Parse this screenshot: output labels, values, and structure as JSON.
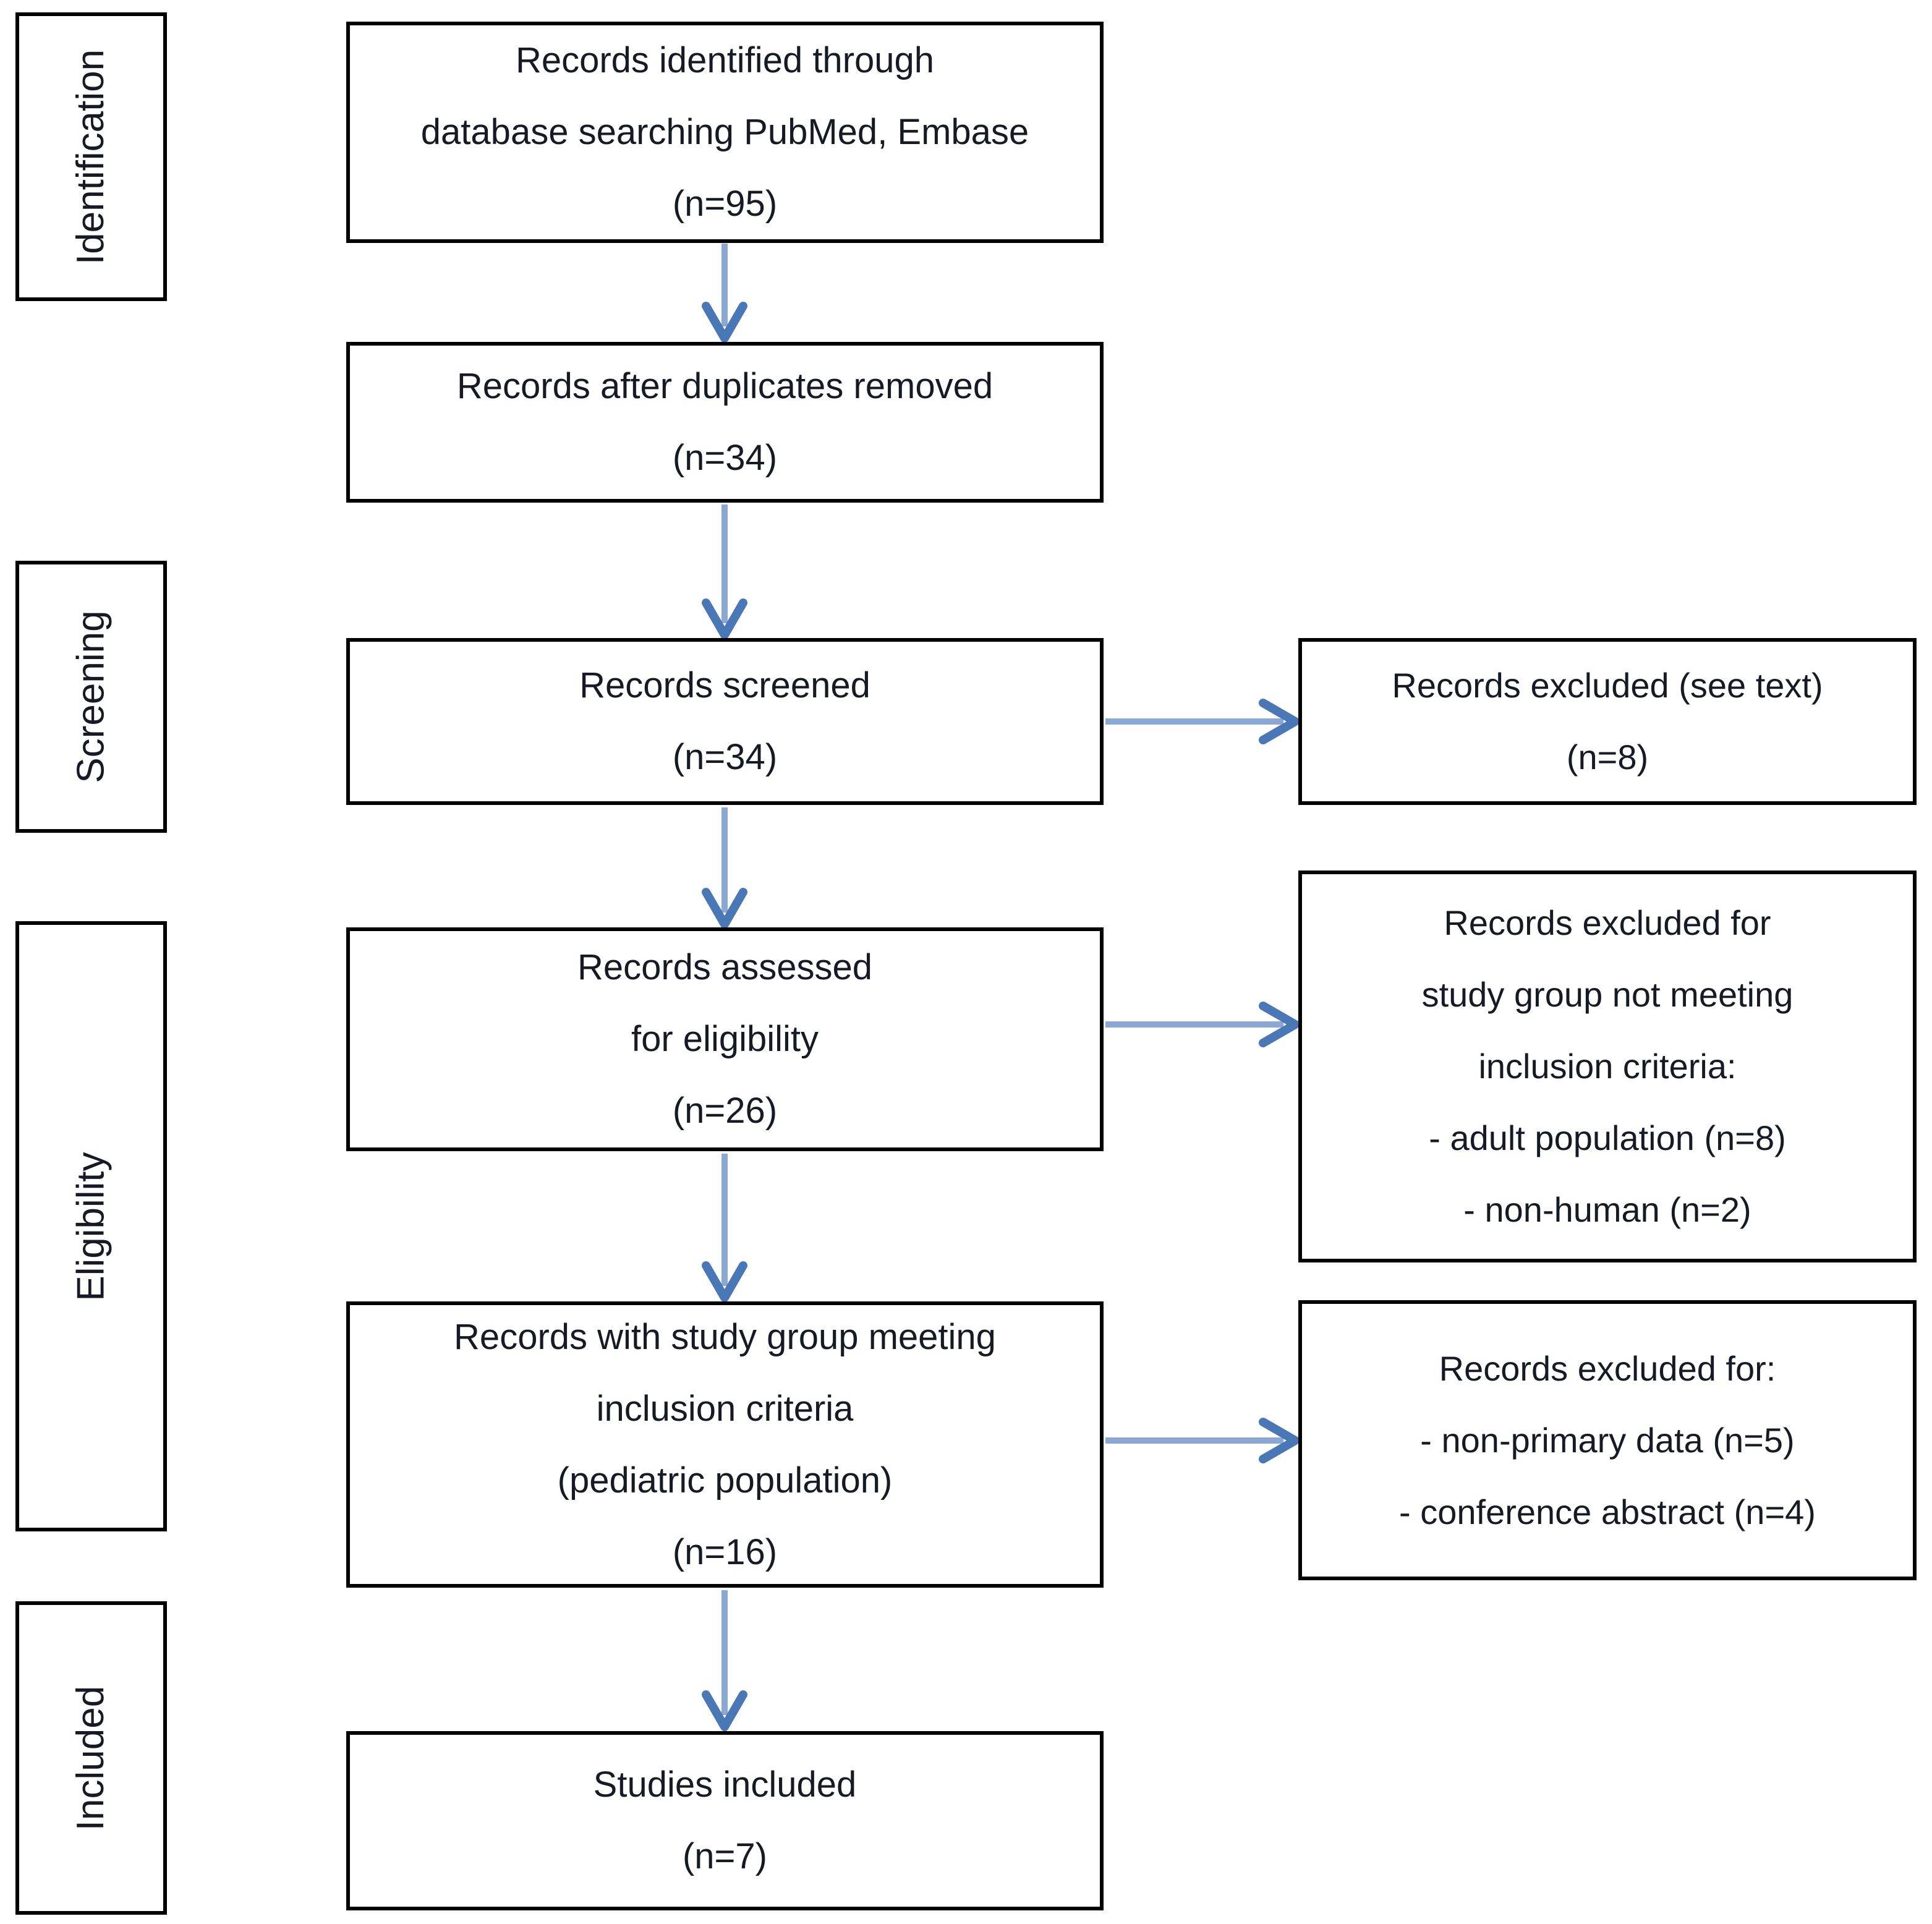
{
  "diagram_type": "prisma-flow",
  "colors": {
    "box_border": "#000000",
    "text": "#151a24",
    "arrow_shaft": "#8ba7d3",
    "arrow_head": "#4a77b5",
    "background": "#ffffff"
  },
  "stages": [
    {
      "label": "Identification"
    },
    {
      "label": "Screening"
    },
    {
      "label": "Eligibility"
    },
    {
      "label": "Included"
    }
  ],
  "flow": [
    {
      "text": "Records identified through\ndatabase searching PubMed, Embase\n(n=95)"
    },
    {
      "text": "Records after duplicates removed\n(n=34)"
    },
    {
      "text": "Records screened\n(n=34)"
    },
    {
      "text": "Records assessed\nfor eligibility\n(n=26)"
    },
    {
      "text": "Records with study group meeting\ninclusion criteria\n(pediatric population)\n(n=16)"
    },
    {
      "text": "Studies included\n(n=7)"
    }
  ],
  "exclusions": [
    {
      "text": "Records excluded (see text)\n(n=8)"
    },
    {
      "text": "Records excluded for\nstudy group not meeting\ninclusion criteria:\n- adult population (n=8)\n- non-human (n=2)"
    },
    {
      "text": "Records excluded for:\n- non-primary data (n=5)\n- conference abstract (n=4)"
    }
  ]
}
